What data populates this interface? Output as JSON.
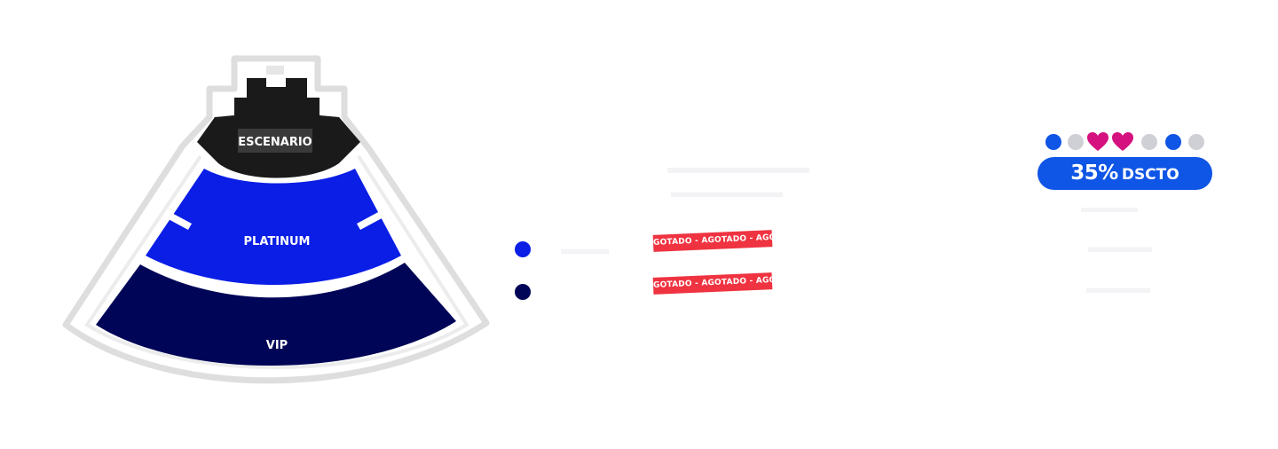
{
  "venue_map": {
    "stage_label": "ESCENARIO",
    "sections": [
      {
        "id": "platinum",
        "label": "PLATINUM",
        "color": "#0a1ee6"
      },
      {
        "id": "vip",
        "label": "VIP",
        "color": "#000557"
      }
    ],
    "stage_color": "#1a1a1a",
    "outline_color": "#dedede"
  },
  "legend": {
    "items": [
      {
        "id": "platinum",
        "color": "#0a1ee6",
        "soldout_text": "GOTADO - AGOTADO - AGOTADO - AGOTADO - A"
      },
      {
        "id": "vip",
        "color": "#000557",
        "soldout_text": "GOTADO - AGOTADO - AGOTADO - AGOTADO - A"
      }
    ]
  },
  "promo": {
    "percent": "35%",
    "word": "DSCTO",
    "pill_color": "#0f55e6",
    "dots": [
      {
        "shape": "dot",
        "color": "#0f55e6"
      },
      {
        "shape": "dot",
        "color": "#cfd0d6"
      },
      {
        "shape": "heart",
        "color": "#d4117e"
      },
      {
        "shape": "heart",
        "color": "#d4117e"
      },
      {
        "shape": "dot",
        "color": "#cfd0d6"
      },
      {
        "shape": "dot",
        "color": "#0f55e6"
      },
      {
        "shape": "dot",
        "color": "#cfd0d6"
      }
    ]
  }
}
